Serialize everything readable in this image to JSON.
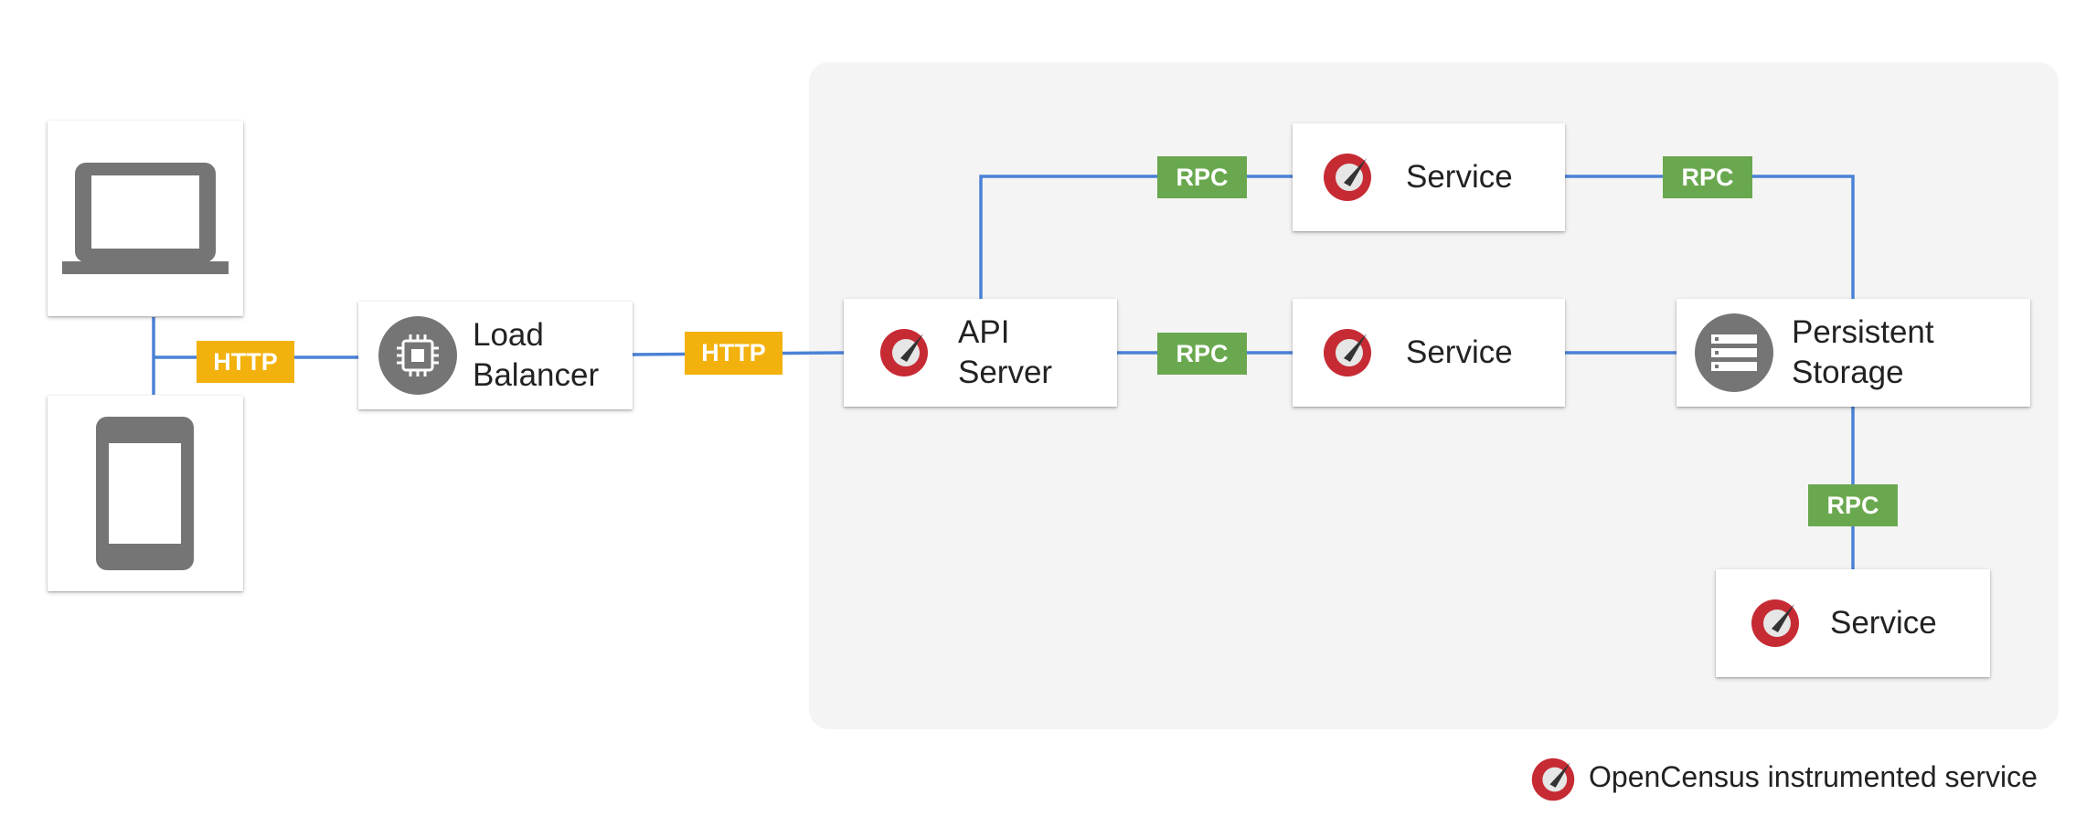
{
  "colors": {
    "line": "#4a82d6",
    "http_badge": "#f2b10c",
    "rpc_badge": "#6aa84f",
    "icon_gray": "#757575",
    "opencensus_red": "#c62b34",
    "cluster_bg": "#f4f4f4"
  },
  "clients": [
    {
      "name": "laptop",
      "icon": "laptop-icon"
    },
    {
      "name": "tablet",
      "icon": "tablet-icon"
    }
  ],
  "nodes": {
    "load_balancer": {
      "label": "Load\nBalancer",
      "icon": "chip-icon"
    },
    "api_server": {
      "label": "API\nServer",
      "icon": "opencensus-icon"
    },
    "service_top": {
      "label": "Service",
      "icon": "opencensus-icon"
    },
    "service_mid": {
      "label": "Service",
      "icon": "opencensus-icon"
    },
    "persistent_storage": {
      "label": "Persistent\nStorage",
      "icon": "storage-icon"
    },
    "service_bottom": {
      "label": "Service",
      "icon": "opencensus-icon"
    }
  },
  "badges": {
    "http_clients": "HTTP",
    "http_lb": "HTTP",
    "rpc_top_left": "RPC",
    "rpc_top_right": "RPC",
    "rpc_mid": "RPC",
    "rpc_bottom": "RPC"
  },
  "legend": {
    "text": "OpenCensus instrumented service",
    "icon": "opencensus-icon"
  }
}
